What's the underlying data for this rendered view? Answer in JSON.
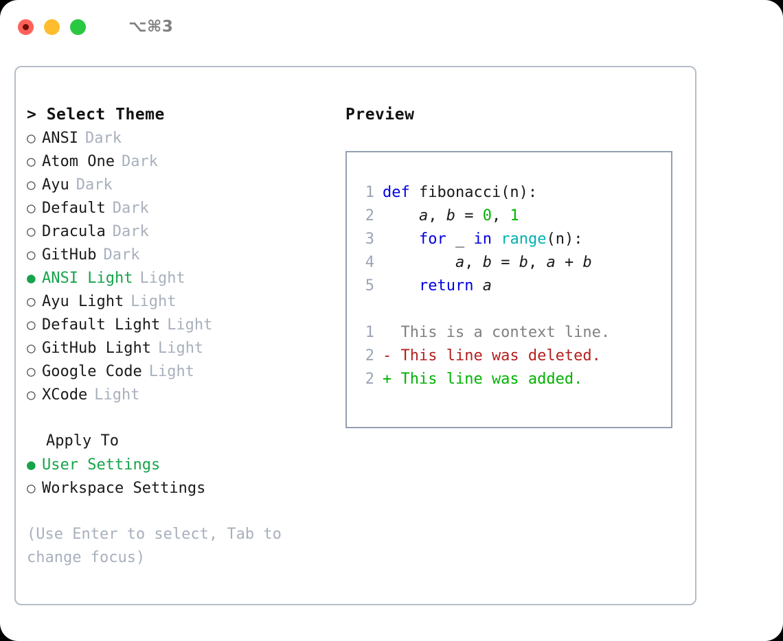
{
  "titlebar": {
    "buttons": [
      {
        "name": "close",
        "color": "#ff6159"
      },
      {
        "name": "minimize",
        "color": "#ffbd2e"
      },
      {
        "name": "maximize",
        "color": "#28c840"
      }
    ],
    "shortcut": "⌥⌘3"
  },
  "colors": {
    "accent_green": "#16a34a",
    "panel_border": "#b6bdc9",
    "preview_border": "#93a0b0",
    "muted": "#a8b0bd",
    "linenum": "#9aa5b5",
    "keyword": "#0000e0",
    "function": "#00b2b2",
    "number": "#00b200",
    "diff_add": "#00b200",
    "diff_del": "#b41f1f",
    "diff_ctx": "#808080"
  },
  "theme_picker": {
    "heading": "> Select Theme",
    "options": [
      {
        "bullet": "○",
        "label": "ANSI",
        "tag": "Dark",
        "selected": false
      },
      {
        "bullet": "○",
        "label": "Atom One",
        "tag": "Dark",
        "selected": false
      },
      {
        "bullet": "○",
        "label": "Ayu",
        "tag": "Dark",
        "selected": false
      },
      {
        "bullet": "○",
        "label": "Default",
        "tag": "Dark",
        "selected": false
      },
      {
        "bullet": "○",
        "label": "Dracula",
        "tag": "Dark",
        "selected": false
      },
      {
        "bullet": "○",
        "label": "GitHub",
        "tag": "Dark",
        "selected": false
      },
      {
        "bullet": "●",
        "label": "ANSI Light",
        "tag": "Light",
        "selected": true
      },
      {
        "bullet": "○",
        "label": "Ayu Light",
        "tag": "Light",
        "selected": false
      },
      {
        "bullet": "○",
        "label": "Default Light",
        "tag": "Light",
        "selected": false
      },
      {
        "bullet": "○",
        "label": "GitHub Light",
        "tag": "Light",
        "selected": false
      },
      {
        "bullet": "○",
        "label": "Google Code",
        "tag": "Light",
        "selected": false
      },
      {
        "bullet": "○",
        "label": "XCode",
        "tag": "Light",
        "selected": false
      }
    ]
  },
  "apply_to": {
    "heading": "Apply To",
    "options": [
      {
        "bullet": "●",
        "label": "User Settings",
        "selected": true
      },
      {
        "bullet": "○",
        "label": "Workspace Settings",
        "selected": false
      }
    ]
  },
  "hint": "(Use Enter to select, Tab to change focus)",
  "preview": {
    "heading": "Preview",
    "code_lines": [
      {
        "num": "1",
        "tokens": [
          {
            "t": "def ",
            "c": "kw"
          },
          {
            "t": "fibonacci(n):",
            "c": "pl"
          }
        ]
      },
      {
        "num": "2",
        "tokens": [
          {
            "t": "    ",
            "c": "pl"
          },
          {
            "t": "a",
            "c": "var"
          },
          {
            "t": ", ",
            "c": "pl"
          },
          {
            "t": "b",
            "c": "var"
          },
          {
            "t": " = ",
            "c": "pl"
          },
          {
            "t": "0",
            "c": "num"
          },
          {
            "t": ", ",
            "c": "pl"
          },
          {
            "t": "1",
            "c": "num"
          }
        ]
      },
      {
        "num": "3",
        "tokens": [
          {
            "t": "    ",
            "c": "pl"
          },
          {
            "t": "for",
            "c": "kw"
          },
          {
            "t": " _ ",
            "c": "pl"
          },
          {
            "t": "in",
            "c": "kw"
          },
          {
            "t": " ",
            "c": "pl"
          },
          {
            "t": "range",
            "c": "fn"
          },
          {
            "t": "(n):",
            "c": "pl"
          }
        ]
      },
      {
        "num": "4",
        "tokens": [
          {
            "t": "        ",
            "c": "pl"
          },
          {
            "t": "a",
            "c": "var"
          },
          {
            "t": ", ",
            "c": "pl"
          },
          {
            "t": "b",
            "c": "var"
          },
          {
            "t": " = ",
            "c": "pl"
          },
          {
            "t": "b",
            "c": "var"
          },
          {
            "t": ", ",
            "c": "pl"
          },
          {
            "t": "a",
            "c": "var"
          },
          {
            "t": " + ",
            "c": "pl"
          },
          {
            "t": "b",
            "c": "var"
          }
        ]
      },
      {
        "num": "5",
        "tokens": [
          {
            "t": "    ",
            "c": "pl"
          },
          {
            "t": "return",
            "c": "kw"
          },
          {
            "t": " ",
            "c": "pl"
          },
          {
            "t": "a",
            "c": "var"
          }
        ]
      }
    ],
    "diff_lines": [
      {
        "num": "1",
        "text": "  This is a context line.",
        "kind": "ctx"
      },
      {
        "num": "2",
        "text": "- This line was deleted.",
        "kind": "del"
      },
      {
        "num": "2",
        "text": "+ This line was added.",
        "kind": "add"
      }
    ]
  }
}
